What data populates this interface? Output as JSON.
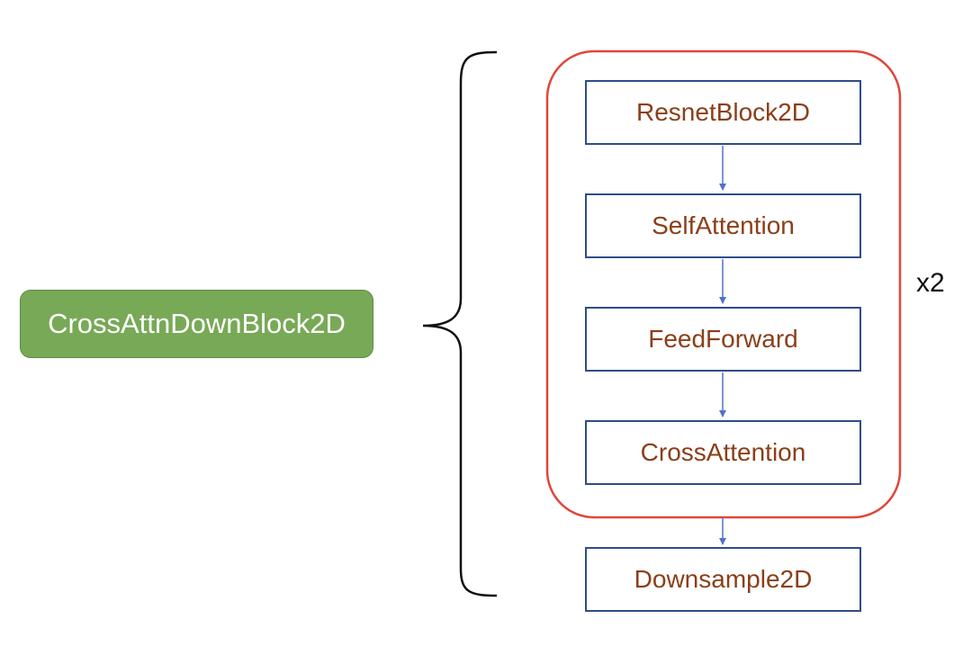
{
  "main_block": {
    "label": "CrossAttnDownBlock2D"
  },
  "repeat_label": "x2",
  "steps": [
    {
      "label": "ResnetBlock2D"
    },
    {
      "label": "SelfAttention"
    },
    {
      "label": "FeedForward"
    },
    {
      "label": "CrossAttention"
    },
    {
      "label": "Downsample2D"
    }
  ],
  "colors": {
    "main_block_fill": "#78a957",
    "step_border": "#2f4d89",
    "step_text": "#8a3f19",
    "repeat_group_border": "#e0473a",
    "arrow": "#4f74c4",
    "brace": "#111111"
  }
}
